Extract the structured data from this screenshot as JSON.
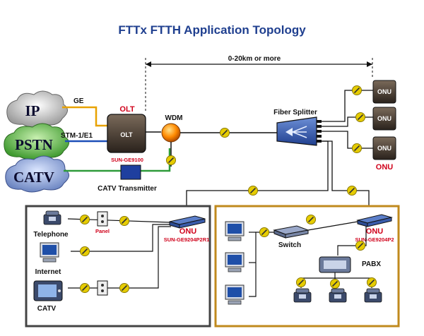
{
  "title": "FTTx FTTH Application Topology",
  "distance": "0-20km or more",
  "clouds": {
    "ip": "IP",
    "pstn": "PSTN",
    "catv": "CATV"
  },
  "links": {
    "ge": "GE",
    "stm": "STM-1/E1"
  },
  "olt": {
    "label": "OLT",
    "model": "SUN-GE9100",
    "device_text": "OLT"
  },
  "wdm": "WDM",
  "catv_transmitter": "CATV Transmitter",
  "splitter": "Fiber Splitter",
  "onu_device_text": "ONU",
  "onu_right": "ONU",
  "left_panel": {
    "onu_label": "ONU",
    "onu_model": "SUN-GE9204P2R1",
    "telephone": "Telephone",
    "panel": "Panel",
    "internet": "Internet",
    "catv": "CATV"
  },
  "right_panel": {
    "onu_label": "ONU",
    "onu_model": "SUN-GE9204P2",
    "switch": "Switch",
    "pabx": "PABX"
  },
  "colors": {
    "title": "#1f3f8f",
    "ge_link": "#e8a200",
    "stm_link": "#1d4fb8",
    "catv_link": "#2e9b3a",
    "fiber": "#111111",
    "connector": "#e6cc00",
    "highlight_red": "#d0021b",
    "left_box_border": "#444444",
    "right_box_border": "#c08a1e"
  }
}
